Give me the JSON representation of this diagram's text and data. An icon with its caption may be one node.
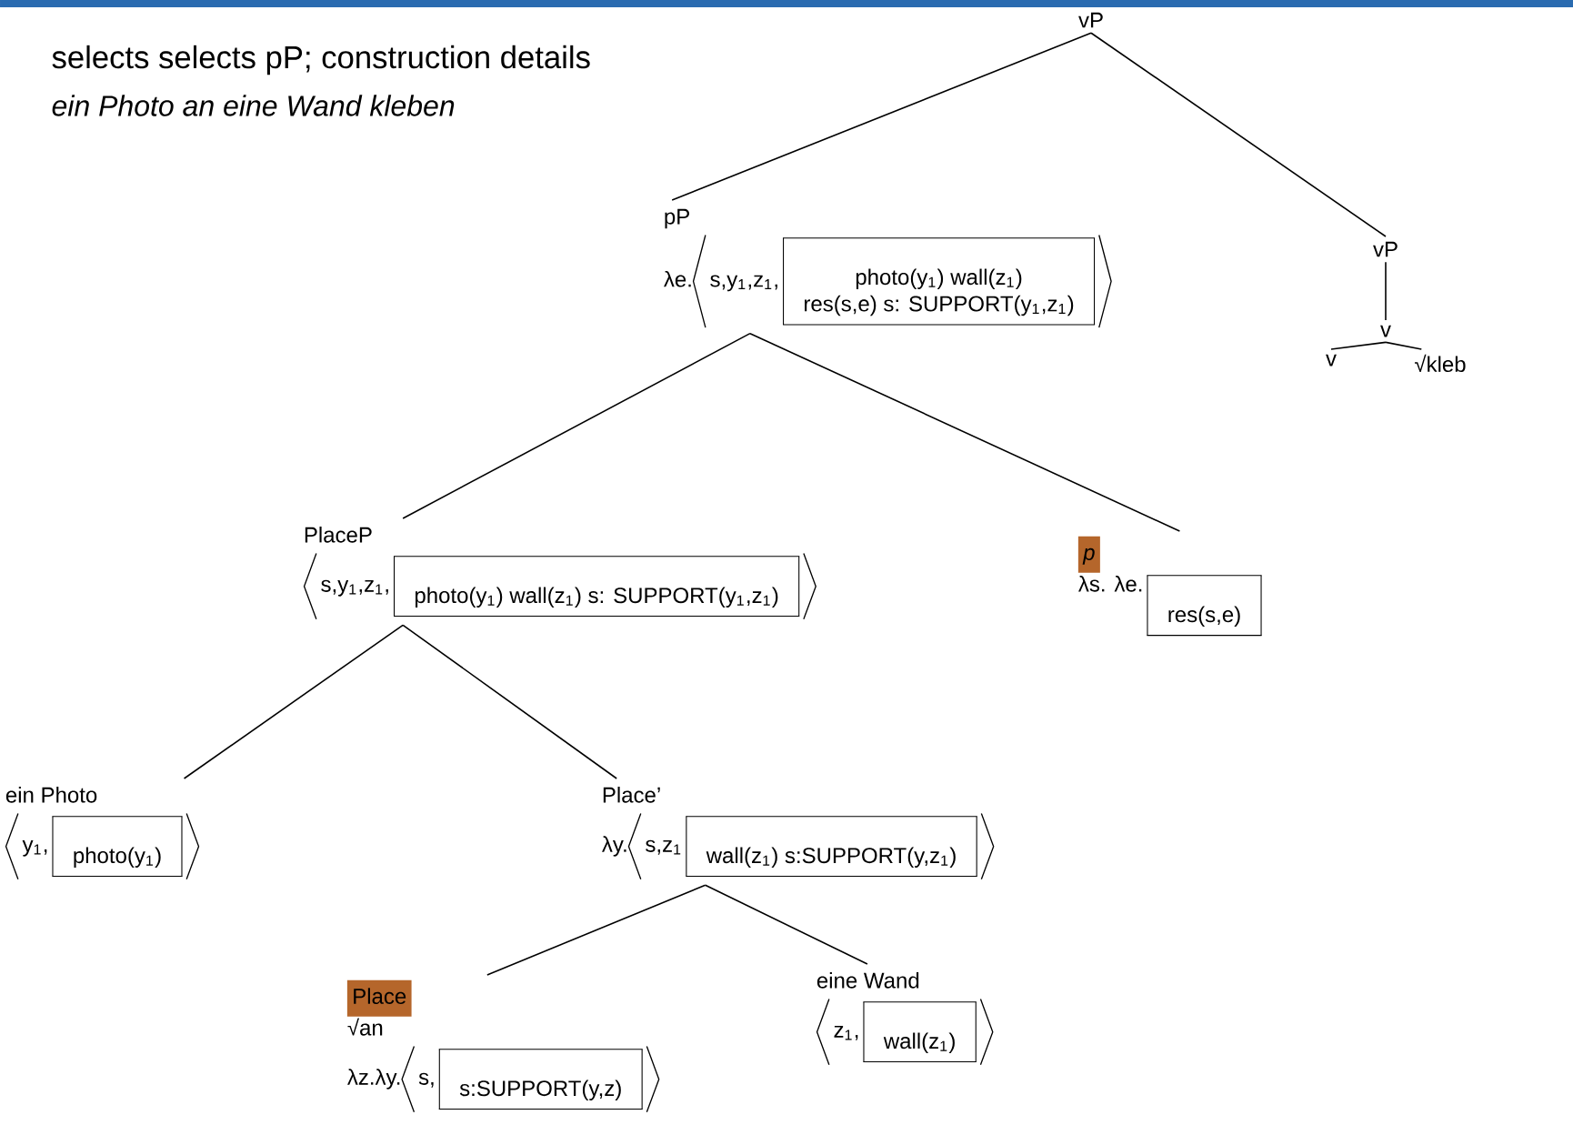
{
  "diagram": {
    "title": "selects selects pP; construction details",
    "nodes": [
      {
        "text": [
          "vP"
        ]
      },
      {
        "text": [
          "pP",
          "λe.",
          "s,y$_{1}$,z$_{1}$,",
          "photo(y$_{1}$)  wall(z$_{1}$)",
          "res(s,e) s: SUPPORT(y$_{1}$,z$_{1}$)"
        ]
      },
      {
        "text": [
          "vP"
        ]
      },
      {
        "text": [
          "v"
        ]
      },
      {
        "text": [
          "v"
        ]
      },
      {
        "text": [
          "√kleb"
        ]
      },
      {
        "text": [
          "PlaceP",
          "s,y$_{1}$,z$_{1}$,",
          "photo(y$_{1}$)  wall(z$_{1}$)  s: SUPPORT(y$_{1}$,z$_{1}$)"
        ]
      },
      {
        "text": [
          "p",
          "λs. λe.",
          "res(s,e)"
        ]
      },
      {
        "text": [
          "ein Photo",
          "y$_{1}$,",
          "photo(y$_{1}$)"
        ]
      },
      {
        "text": [
          "Place’",
          "λy.",
          "s,z$_{1}$",
          "wall(z$_{1}$) s:SUPPORT(y,z$_{1}$)"
        ]
      },
      {
        "text": [
          "Place",
          "√an",
          "λz.λy.",
          "s,",
          "s:SUPPORT(y,z)"
        ]
      },
      {
        "text": [
          "eine Wand",
          "z$_{1}$,",
          "wall(z$_{1}$)"
        ]
      }
    ],
    "edges": [
      {
        "from": 0,
        "to": 1,
        "arrow": "none"
      },
      {
        "from": 0,
        "to": 2,
        "arrow": "none"
      },
      {
        "from": 2,
        "to": 3,
        "arrow": "none"
      },
      {
        "from": 3,
        "to": 4,
        "arrow": "none"
      },
      {
        "from": 3,
        "to": 5,
        "arrow": "none"
      },
      {
        "from": 1,
        "to": 6,
        "arrow": "none"
      },
      {
        "from": 1,
        "to": 7,
        "arrow": "none"
      },
      {
        "from": 6,
        "to": 8,
        "arrow": "none"
      },
      {
        "from": 6,
        "to": 9,
        "arrow": "none"
      },
      {
        "from": 9,
        "to": 10,
        "arrow": "none"
      },
      {
        "from": 9,
        "to": 11,
        "arrow": "none"
      }
    ],
    "labels": [
      "ein Photo an eine Wand kleben"
    ]
  }
}
